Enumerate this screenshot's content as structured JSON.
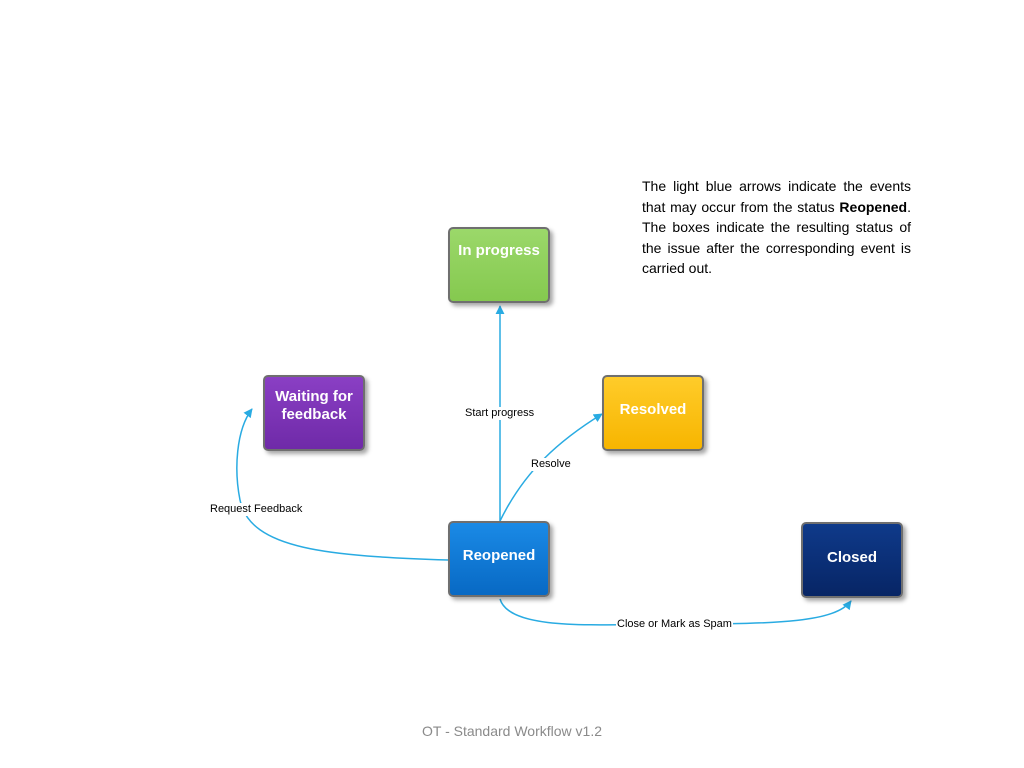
{
  "colors": {
    "arrow": "#29abe2",
    "in_progress": "#8fd15b",
    "waiting_for_feedback": "#7c33b6",
    "resolved": "#fbbf0f",
    "reopened": "#0f7bd8",
    "closed": "#0a2f78",
    "footer_text": "#8a8a8a"
  },
  "nodes": {
    "in_progress": "In progress",
    "waiting_for_feedback": "Waiting for feedback",
    "resolved": "Resolved",
    "reopened": "Reopened",
    "closed": "Closed"
  },
  "edges": {
    "start_progress": "Start progress",
    "resolve": "Resolve",
    "request_feedback": "Request Feedback",
    "close_or_spam": "Close or Mark as Spam"
  },
  "note": {
    "part1": "The light blue arrows indicate the events that may occur from the status ",
    "emphasis": "Reopened",
    "part2": ".  The boxes indicate the resulting status of the issue after the corresponding event is carried out."
  },
  "footer": "OT - Standard Workflow v1.2"
}
